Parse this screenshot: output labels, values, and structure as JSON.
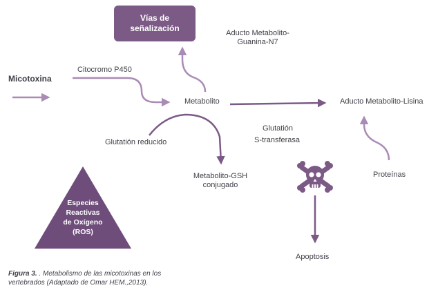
{
  "colors": {
    "arrow": "#7c5a86",
    "arrow_light": "#a98bb5",
    "box_fill": "#7c5a86",
    "triangle_fill": "#6e4d7a",
    "text": "#3f3f48"
  },
  "nodes": {
    "signal_line1": "Vías de",
    "signal_line2": "señalización",
    "adduct_guanine_line1": "Aducto Metabolito-",
    "adduct_guanine_line2": "Guanina-N7",
    "mycotoxin": "Micotoxina",
    "cytochrome": "Citocromo P450",
    "metabolite": "Metabolito",
    "adduct_lysine": "Aducto Metabolito-Lisina",
    "glutathione_reduced": "Glutatión reducido",
    "gst_line1": "Glutatión",
    "gst_line2": "S-transferasa",
    "conjugate_line1": "Metabolito-GSH",
    "conjugate_line2": "conjugado",
    "proteins": "Proteínas",
    "apoptosis": "Apoptosis",
    "ros_line1": "Especies",
    "ros_line2": "Reactivas",
    "ros_line3": "de",
    "ros_line4": "Oxígeno",
    "ros_line5": "(ROS)"
  },
  "icons": {
    "skull": "skull-and-crossbones-icon"
  },
  "caption": {
    "figure_label": "Figura 3.",
    "text": " . Metabolismo de las micotoxinas en los vertebrados (Adaptado de Omar HEM.,2013)."
  }
}
